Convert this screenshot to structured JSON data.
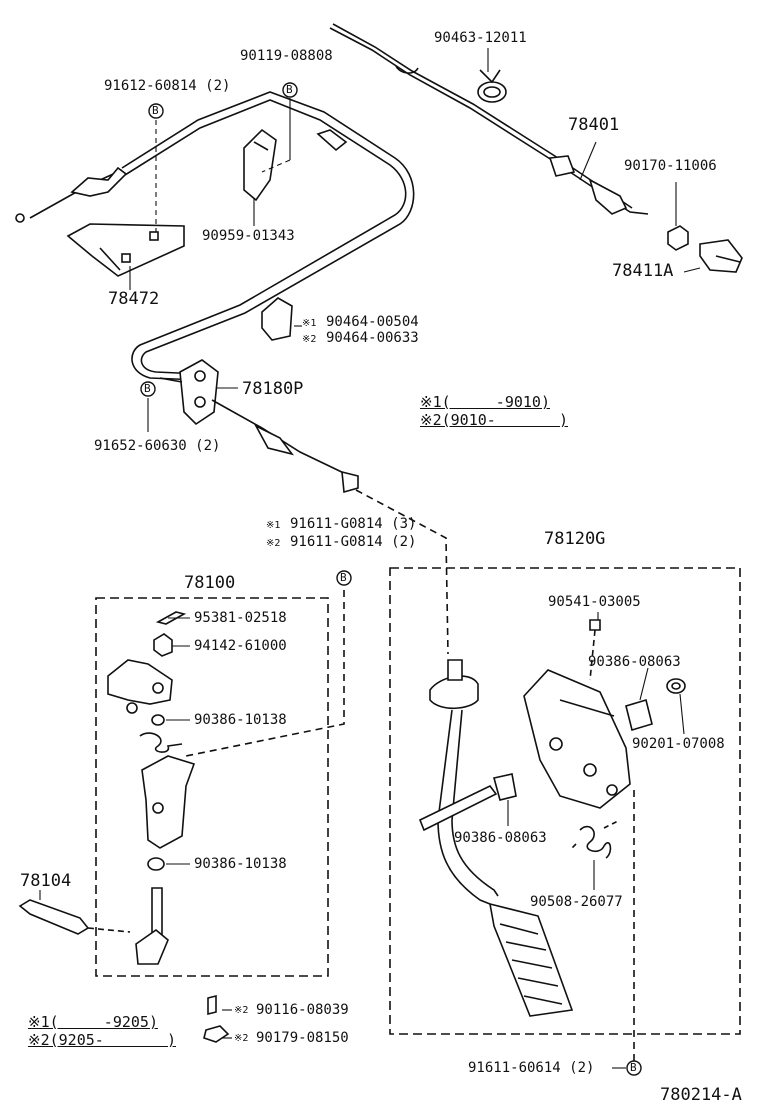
{
  "diagram_id": "780214-A",
  "parts": {
    "p90463": "90463-12011",
    "p78401": "78401",
    "p90170": "90170-11006",
    "p78411A": "78411A",
    "p90119": "90119-08808",
    "p91612": "91612-60814 (2)",
    "p90959": "90959-01343",
    "p78472": "78472",
    "p90464a": "90464-00504",
    "p90464b": "90464-00633",
    "p78180P": "78180P",
    "p91652": "91652-60630 (2)",
    "p91611a": "91611-G0814 (3)",
    "p91611b": "91611-G0814 (2)",
    "p78100": "78100",
    "p95381": "95381-02518",
    "p94142": "94142-61000",
    "p90386_10138_a": "90386-10138",
    "p90386_10138_b": "90386-10138",
    "p78104": "78104",
    "p90116": "90116-08039",
    "p90179": "90179-08150",
    "p78120G": "78120G",
    "p90541": "90541-03005",
    "p90386_08063_a": "90386-08063",
    "p90201": "90201-07008",
    "p90386_08063_b": "90386-08063",
    "p90508": "90508-26077",
    "p91611c": "91611-60614 (2)"
  },
  "marks": {
    "star1": "※1",
    "star2": "※2",
    "bolt": "B"
  },
  "notes_top": {
    "line1": "※1(     -9010)",
    "line2": "※2(9010-       )"
  },
  "notes_bottom": {
    "line1": "※1(     -9205)",
    "line2": "※2(9205-       )"
  }
}
